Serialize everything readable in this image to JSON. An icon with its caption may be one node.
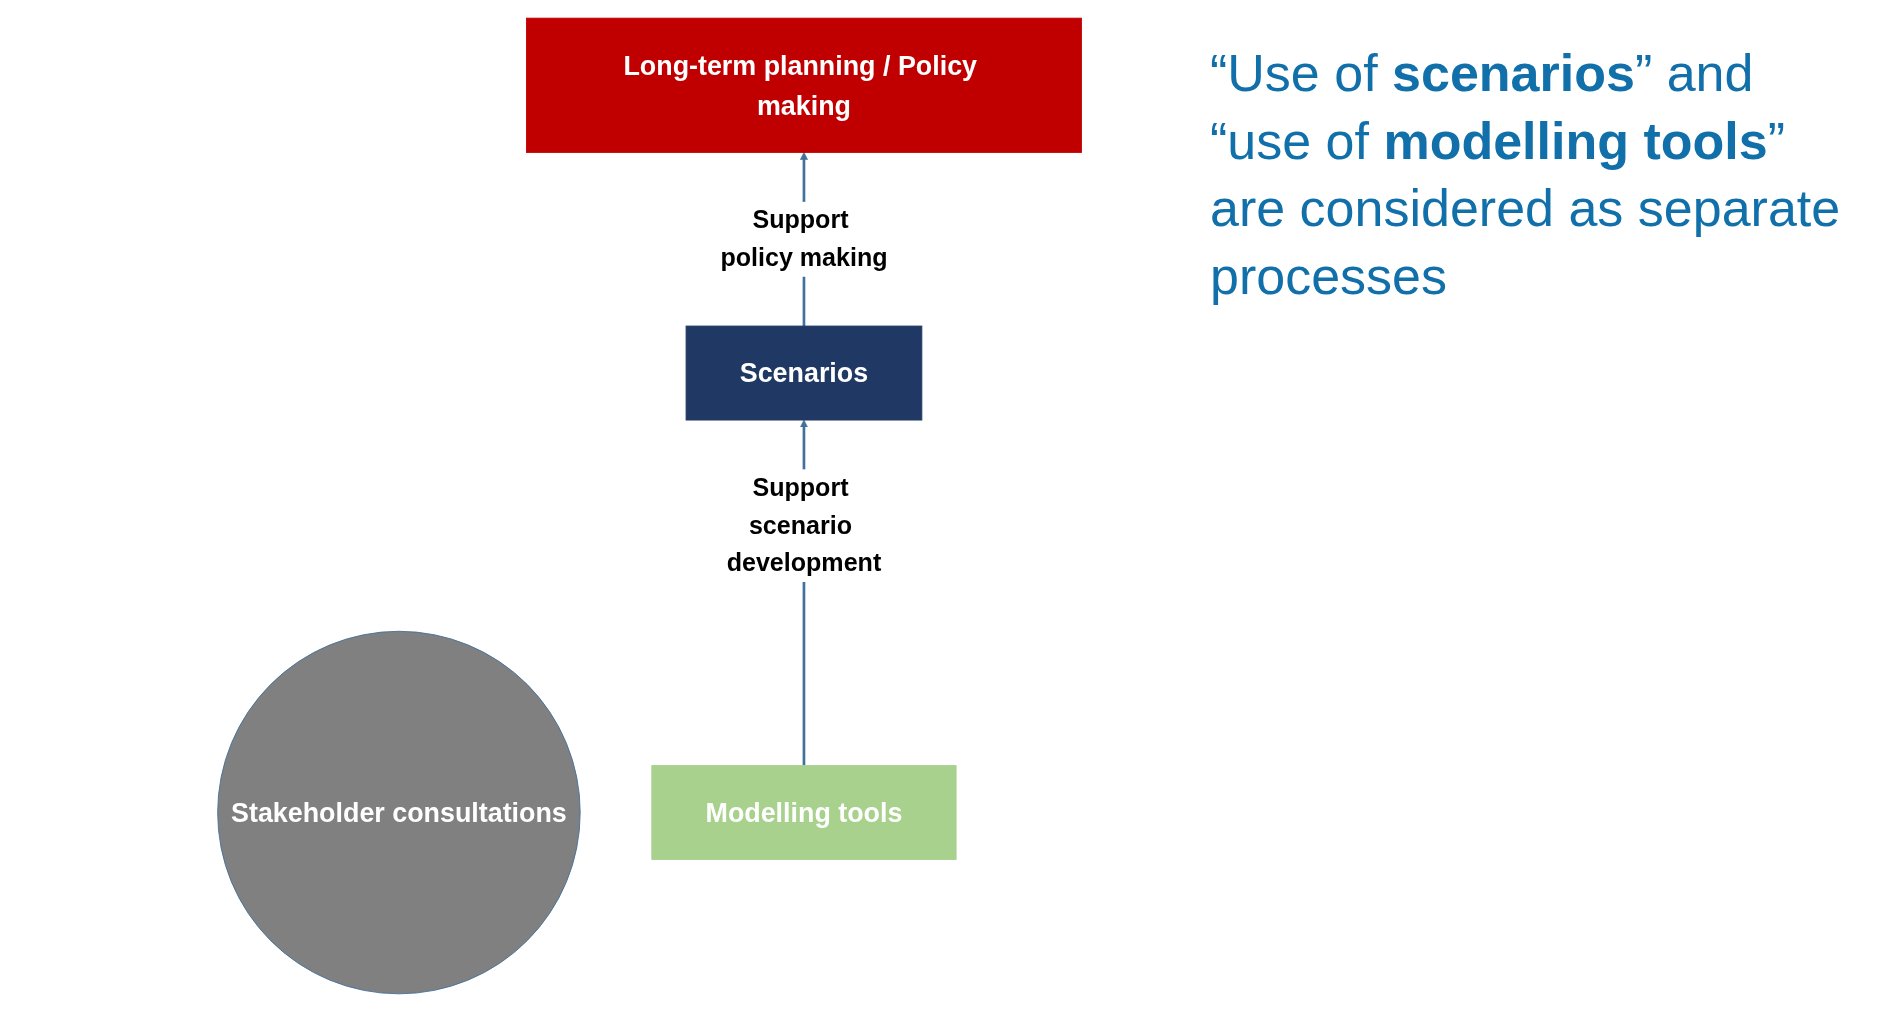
{
  "diagram": {
    "nodes": [
      {
        "text": [
          "Long-term planning / Policy making"
        ]
      },
      {
        "text": [
          "Scenarios"
        ]
      },
      {
        "text": [
          "Stakeholder consultations"
        ]
      },
      {
        "text": [
          "Modelling tools"
        ]
      }
    ],
    "edges": [
      {
        "from": 1,
        "to": 0,
        "arrow": "to",
        "label": "Support policy making"
      },
      {
        "from": 3,
        "to": 1,
        "arrow": "to",
        "label": "Support scenario development"
      }
    ],
    "labels": [
      "“Use of **scenarios**” and “use of **modelling tools**” are considered as separate processes"
    ]
  }
}
